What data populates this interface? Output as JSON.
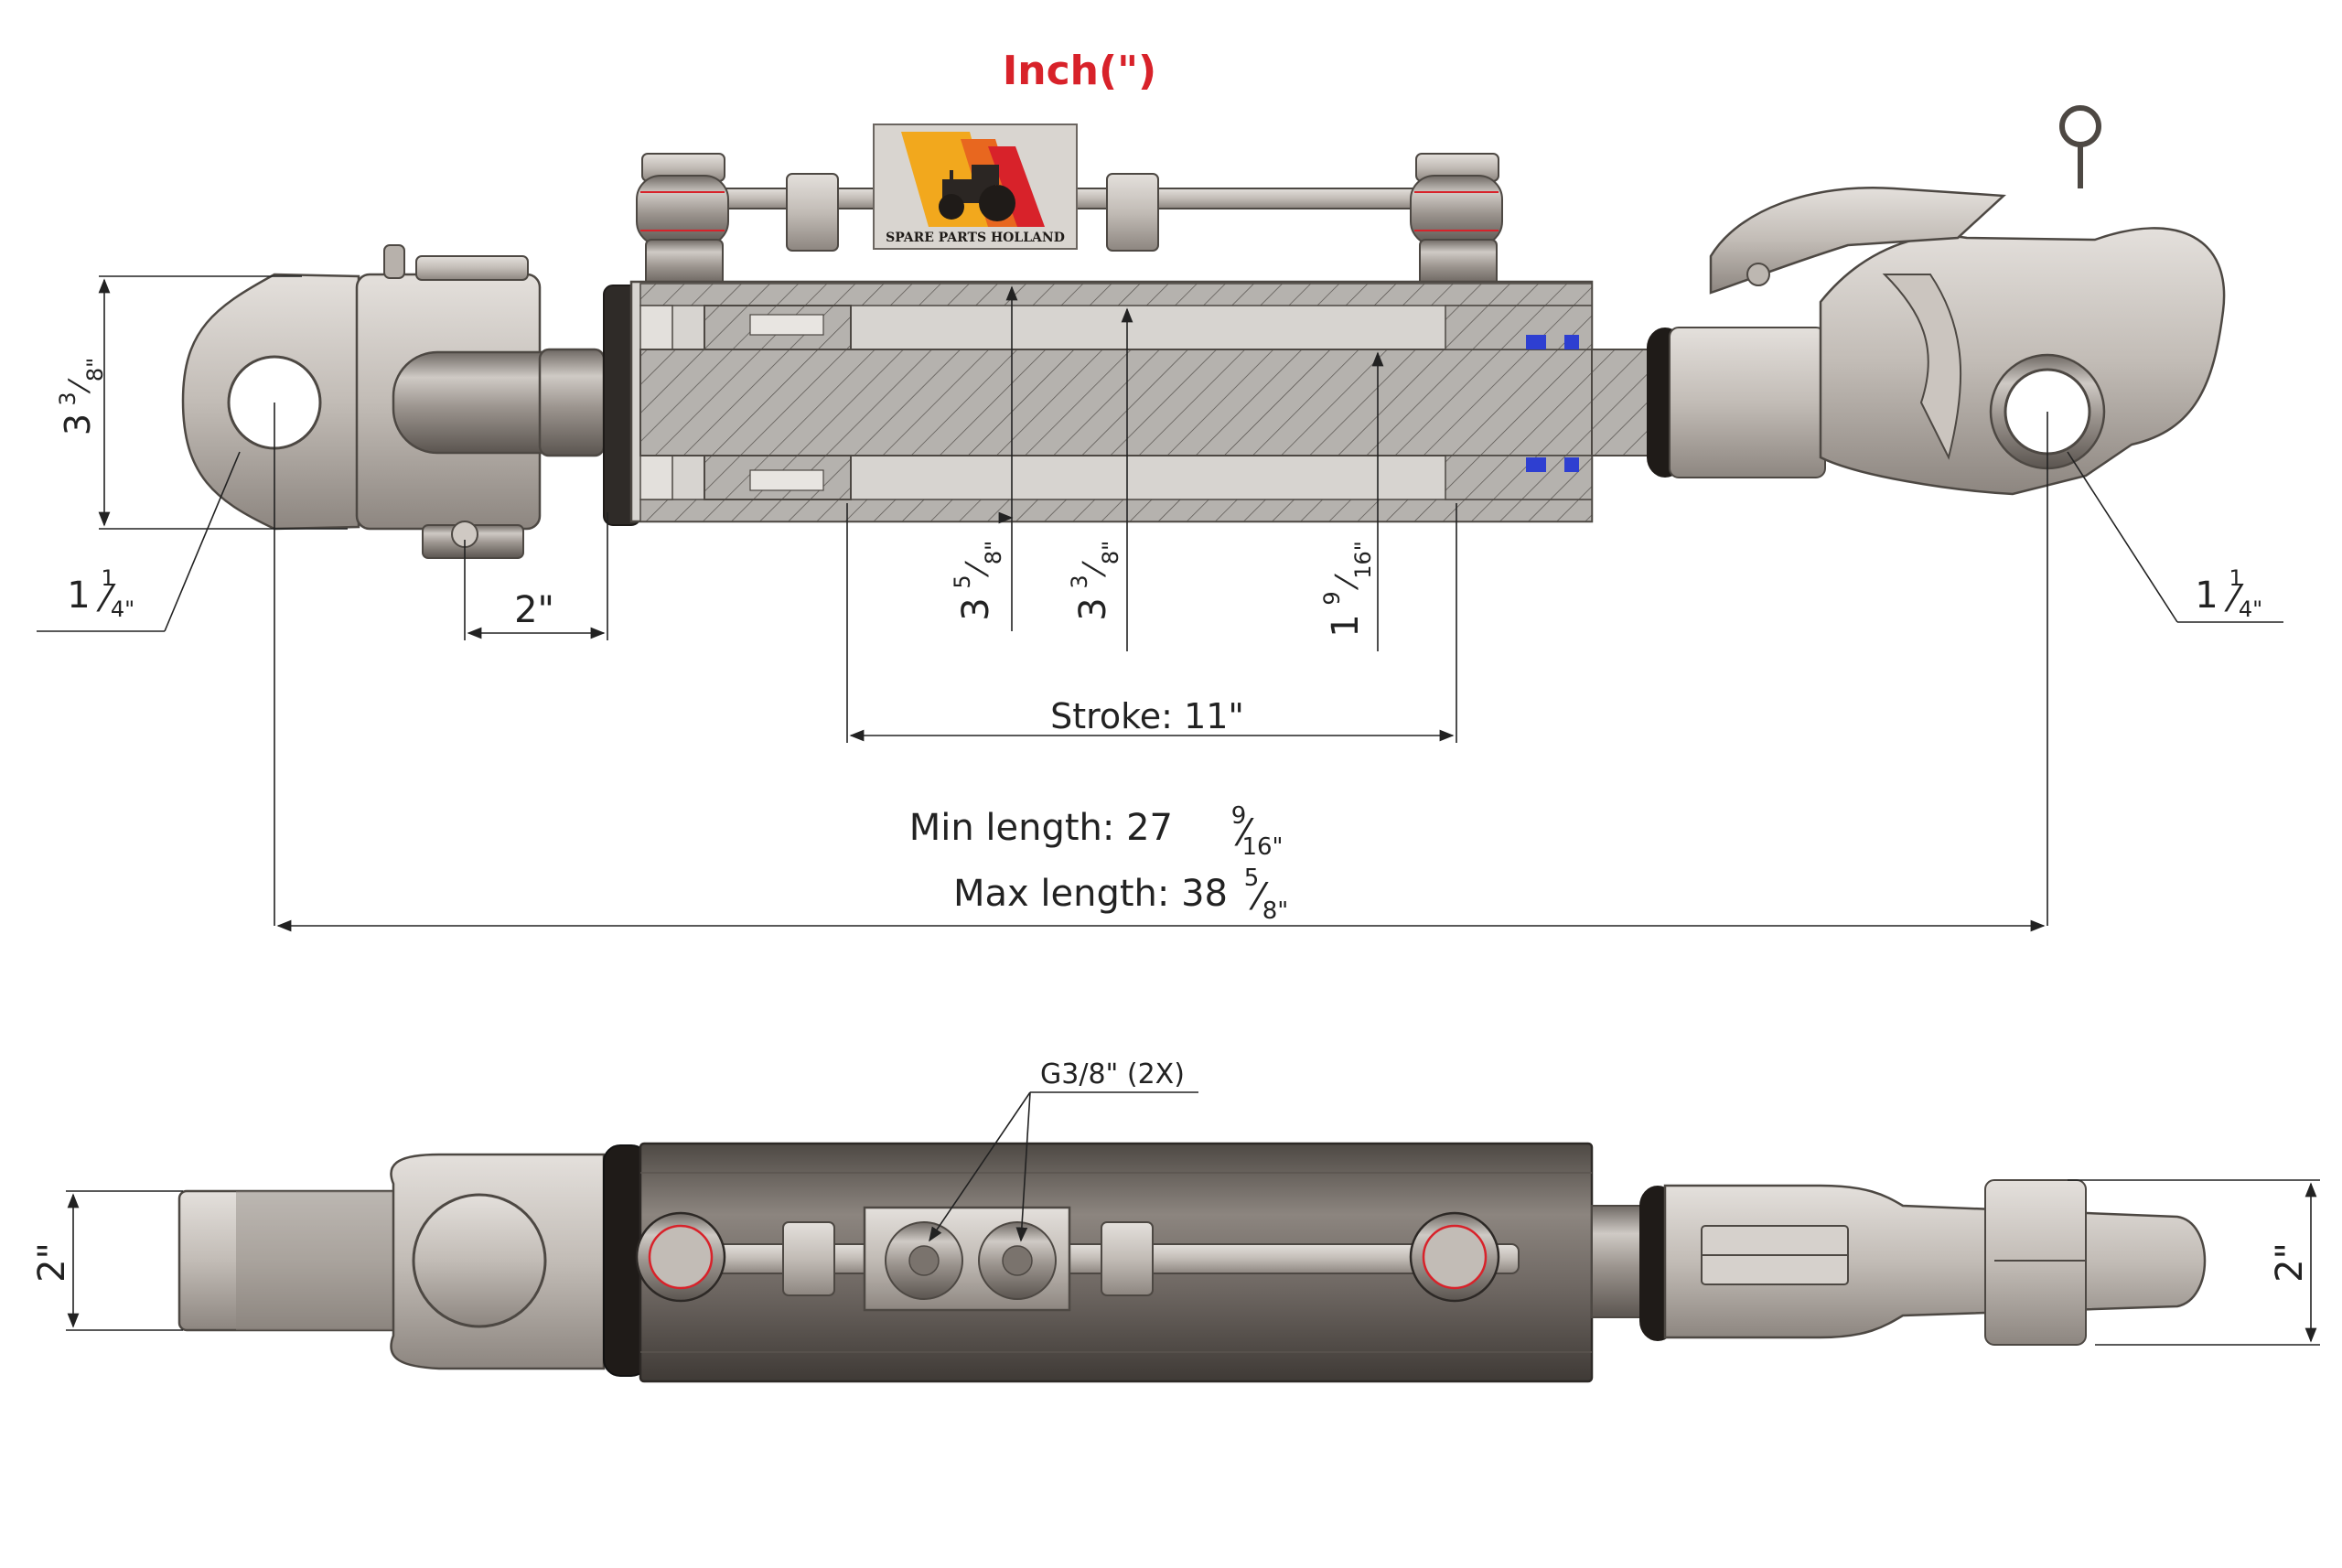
{
  "unit_title": "Inch(\")",
  "logo": {
    "text": "SPARE PARTS HOLLAND",
    "colors": [
      "#f2a81d",
      "#e8671f",
      "#d8222a"
    ]
  },
  "top_view": {
    "height_left": {
      "whole": "3",
      "num": "3",
      "den": "8\""
    },
    "pin_left": {
      "whole": "1",
      "num": "1",
      "den": "4\""
    },
    "pin_right": {
      "whole": "1",
      "num": "1",
      "den": "4\""
    },
    "clevis_offset": "2\"",
    "outer_dia": {
      "whole": "3",
      "num": "5",
      "den": "8\""
    },
    "bore_dia": {
      "whole": "3",
      "num": "3",
      "den": "8\""
    },
    "rod_dia": {
      "whole": "1",
      "num": "9",
      "den": "16\""
    },
    "stroke_label": "Stroke:  11\"",
    "min_length": {
      "label": "Min length: 27",
      "num": "9",
      "den": "16\""
    },
    "max_length": {
      "label": "Max length: 38",
      "num": "5",
      "den": "8\""
    }
  },
  "side_view": {
    "port_label": "G3/8\" (2X)",
    "width_left": "2\"",
    "width_right": "2\""
  },
  "colors": {
    "steel": "#9a938d",
    "dark_steel": "#5e5853",
    "section_fill": "#b9b6b2",
    "seal_blue": "#2e3fd1",
    "text": "#222222"
  }
}
